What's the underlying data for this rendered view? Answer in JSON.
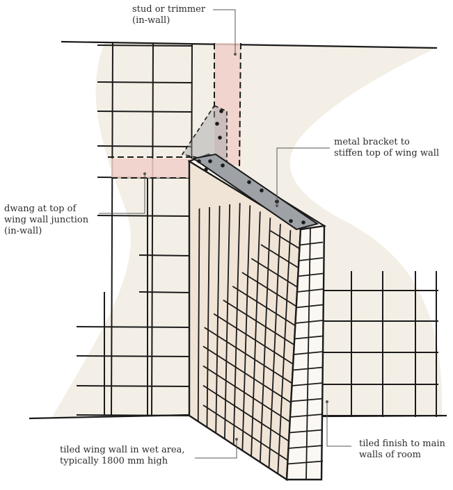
{
  "labels": {
    "stud": [
      "stud or trimmer",
      "(in-wall)"
    ],
    "bracket": [
      "metal bracket to",
      "stiffen top of wing wall"
    ],
    "dwang": [
      "dwang at top of",
      "wing wall junction",
      "(in-wall)"
    ],
    "wing_wall": [
      "tiled wing wall in wet area,",
      "typically 1800 mm high"
    ],
    "main_finish": [
      "tiled finish to main",
      "walls of room"
    ]
  },
  "colors": {
    "ink": "#1a1a1a",
    "background_wash": "#f4efe6",
    "wing_face": "#efe4d6",
    "tile_face": "#fbf8f3",
    "in_wall_timber": "#f0cfc8",
    "bracket": "#9ea2a6",
    "leader_line": "#555555"
  }
}
